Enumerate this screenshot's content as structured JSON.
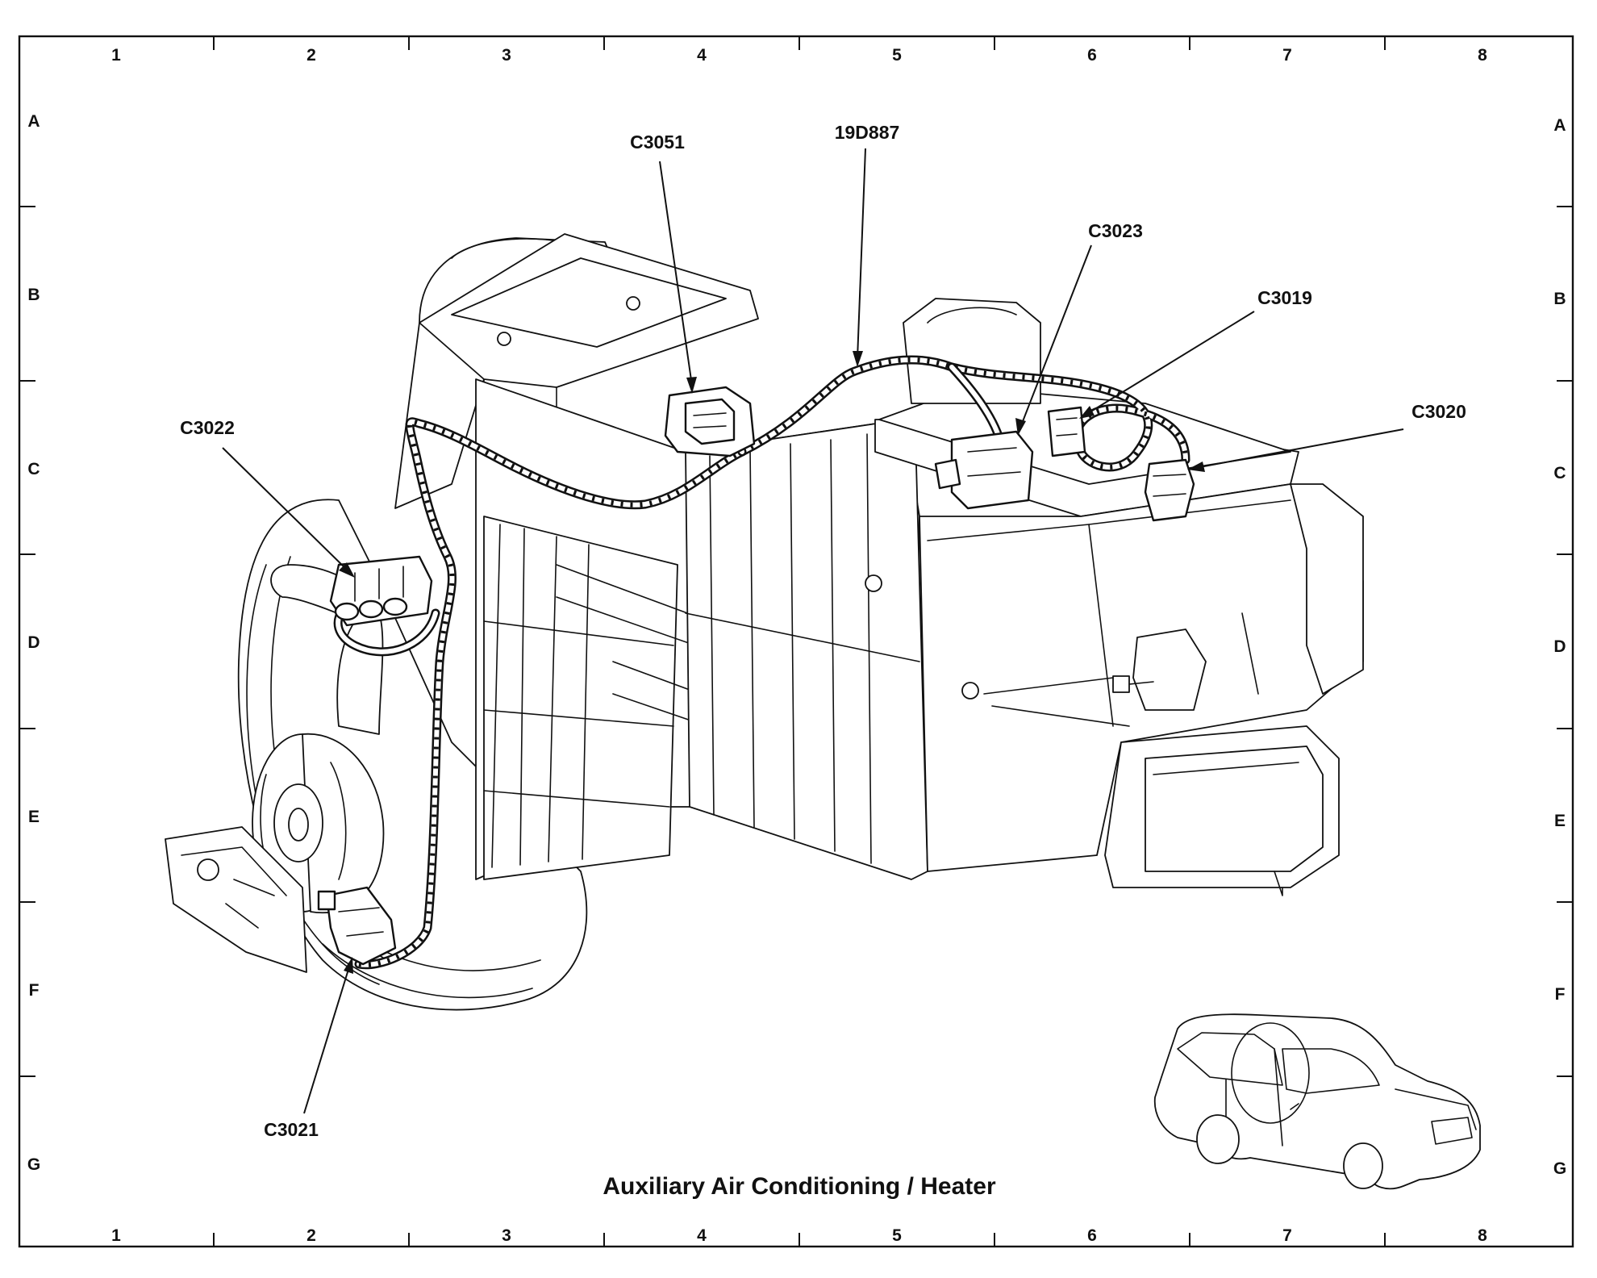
{
  "grid": {
    "columns": [
      "1",
      "2",
      "3",
      "4",
      "5",
      "6",
      "7",
      "8"
    ],
    "rows": [
      "A",
      "B",
      "C",
      "D",
      "E",
      "F",
      "G"
    ]
  },
  "callouts": {
    "c3051": "C3051",
    "harness": "19D887",
    "c3023": "C3023",
    "c3019": "C3019",
    "c3020": "C3020",
    "c3022": "C3022",
    "c3021": "C3021"
  },
  "title": "Auxiliary Air Conditioning / Heater"
}
